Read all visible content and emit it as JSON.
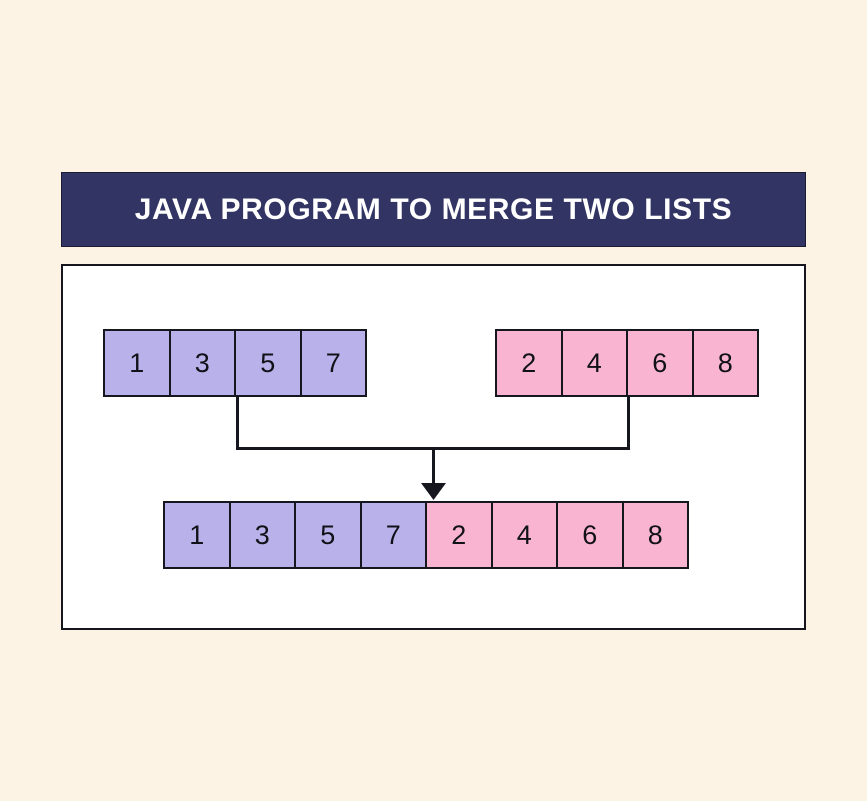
{
  "page": {
    "background_color": "#fdf3e4",
    "panel_background": "#ffffff",
    "panel_border_color": "#16161e"
  },
  "header": {
    "title": "JAVA PROGRAM TO MERGE TWO LISTS",
    "background_color": "#323463",
    "text_color": "#ffffff"
  },
  "colors": {
    "list_a_fill": "#b9b1e9",
    "list_b_fill": "#f9b4d2",
    "cell_border": "#16161e",
    "connector": "#16161e"
  },
  "diagram": {
    "type": "merge-two-lists",
    "list_a": {
      "name": "list-a",
      "fill": "#b9b1e9",
      "values": [
        "1",
        "3",
        "5",
        "7"
      ]
    },
    "list_b": {
      "name": "list-b",
      "fill": "#f9b4d2",
      "values": [
        "2",
        "4",
        "6",
        "8"
      ]
    },
    "merged": {
      "name": "merged-list",
      "values": [
        "1",
        "3",
        "5",
        "7",
        "2",
        "4",
        "6",
        "8"
      ],
      "fills": [
        "#b9b1e9",
        "#b9b1e9",
        "#b9b1e9",
        "#b9b1e9",
        "#f9b4d2",
        "#f9b4d2",
        "#f9b4d2",
        "#f9b4d2"
      ]
    },
    "arrow": {
      "name": "merge-arrow",
      "direction": "down"
    }
  }
}
